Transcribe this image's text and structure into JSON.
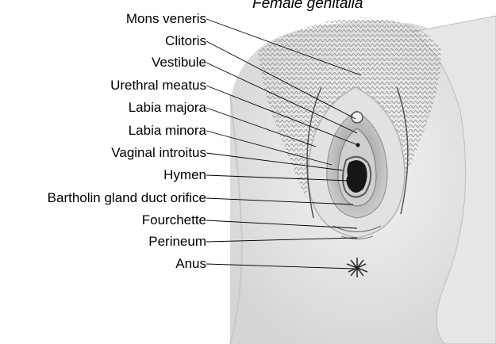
{
  "title": "Female genitalia",
  "labels": [
    "Mons veneris",
    "Clitoris",
    "Vestibule",
    "Urethral meatus",
    "Labia majora",
    "Labia minora",
    "Vaginal introitus",
    "Hymen",
    "Bartholin gland duct orifice",
    "Fourchette",
    "Perineum",
    "Anus"
  ],
  "colors": {
    "skin": "#ececec",
    "skin_shadow": "#c9c9c9",
    "hair": "#7a7a7a",
    "inner": "#9a9a9a",
    "opening": "#1a1a1a",
    "line": "#000000"
  }
}
